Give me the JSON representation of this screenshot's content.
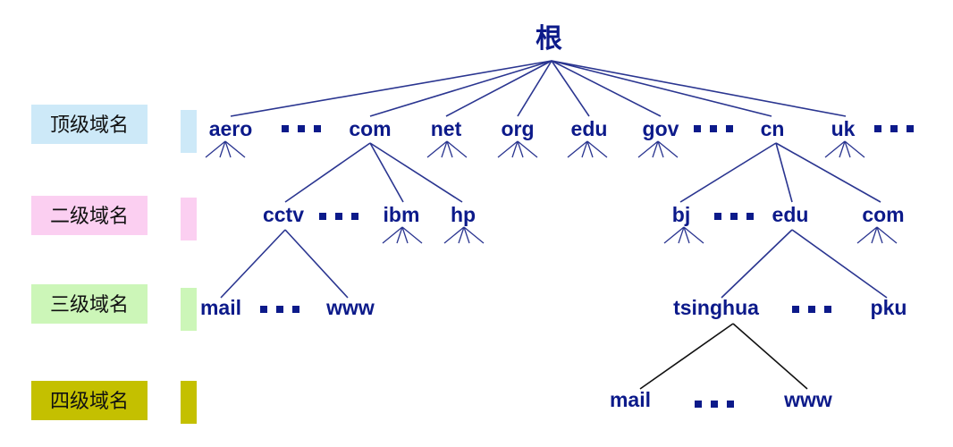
{
  "root": {
    "label": "根"
  },
  "levels": [
    {
      "label": "顶级域名",
      "color": "#cde9f8"
    },
    {
      "label": "二级域名",
      "color": "#fbcff1"
    },
    {
      "label": "三级域名",
      "color": "#ccf6b8"
    },
    {
      "label": "四级域名",
      "color": "#c4c000"
    }
  ],
  "top_level": [
    "aero",
    "com",
    "net",
    "org",
    "edu",
    "gov",
    "cn",
    "uk"
  ],
  "second_level_com": [
    "cctv",
    "ibm",
    "hp"
  ],
  "second_level_cn": [
    "bj",
    "edu",
    "com"
  ],
  "third_level_cctv": [
    "mail",
    "www"
  ],
  "third_level_edu": [
    "tsinghua",
    "pku"
  ],
  "fourth_level_tsinghua": [
    "mail",
    "www"
  ],
  "colors": {
    "node_text": "#0c1a8a",
    "edge": "#2a3590"
  }
}
